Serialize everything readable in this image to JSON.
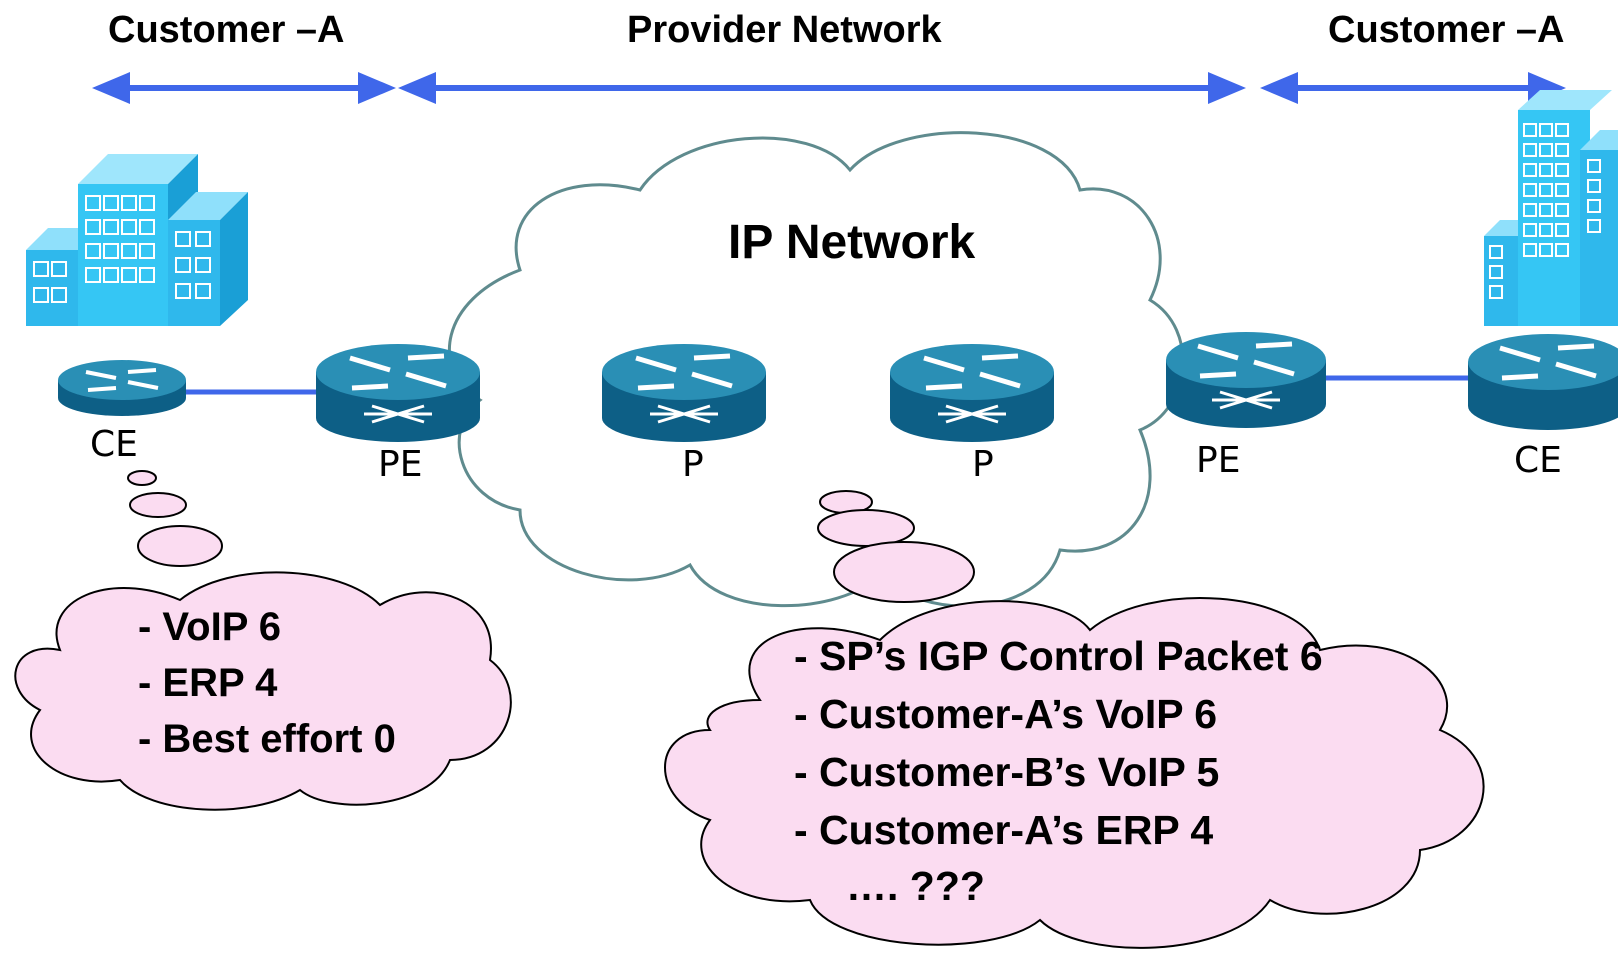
{
  "headers": {
    "left": "Customer –A",
    "center": "Provider Network",
    "right": "Customer –A"
  },
  "cloud_title": "IP Network",
  "routers": {
    "ce_left": "CE",
    "pe_left": "PE",
    "p1": "P",
    "p2": "P",
    "pe_right": "PE",
    "ce_right": "CE"
  },
  "customer_bubble": {
    "lines": [
      "- VoIP  6",
      "- ERP  4",
      "- Best effort  0"
    ]
  },
  "provider_bubble": {
    "lines": [
      "- SP’s IGP Control Packet 6",
      "- Customer-A’s VoIP 6",
      "- Customer-B’s VoIP 5",
      "- Customer-A’s ERP 4",
      "…. ???"
    ]
  },
  "colors": {
    "arrow": "#3f67ea",
    "link": "#3f67ea",
    "cloud_stroke": "#5f8b8e",
    "thought_fill": "#fbdcf1",
    "router_top": "#2a8fb5",
    "router_side": "#0d5f86",
    "building": "#35c6f4"
  }
}
